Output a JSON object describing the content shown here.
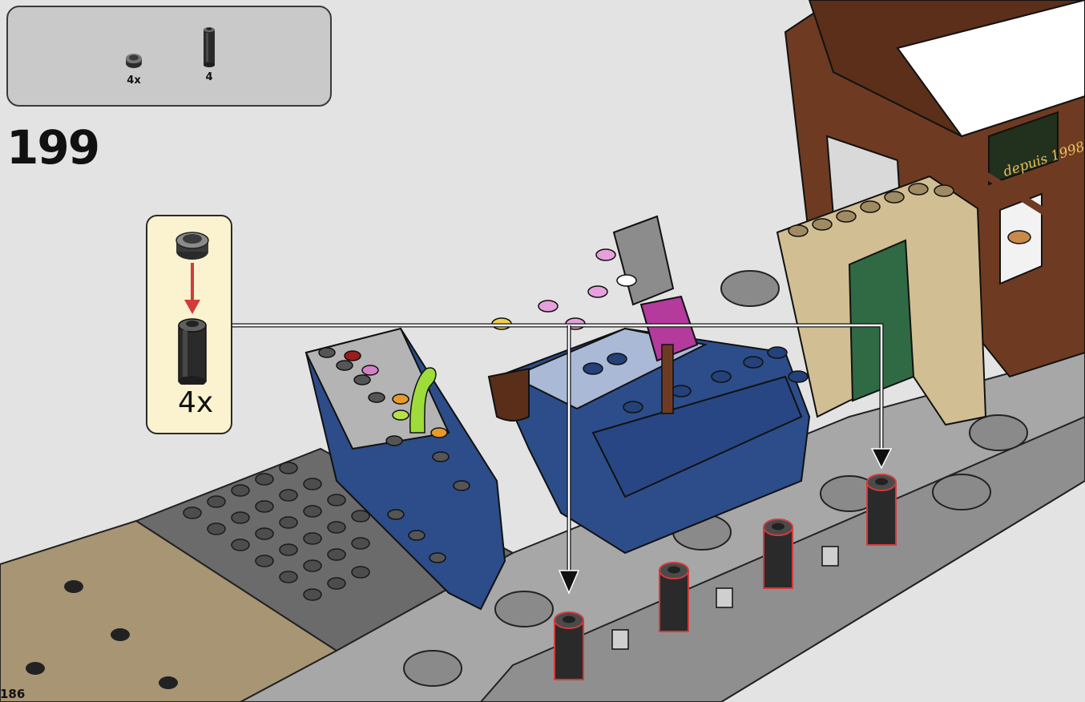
{
  "parts_list": {
    "items": [
      {
        "icon": "round-plate-icon",
        "qty": "4x"
      },
      {
        "icon": "round-brick-icon",
        "qty": "4"
      }
    ]
  },
  "step": {
    "number": "199"
  },
  "subassembly": {
    "multiplier": "4x"
  },
  "sign": {
    "text": "depuis 1998"
  },
  "page": {
    "number": "186"
  },
  "colors": {
    "background": "#e3e3e3",
    "parts_box": "#c9c9c9",
    "callout": "#fbf3cf",
    "arrow_red": "#d33b3b",
    "plate_dark_gray": "#6b6b6b",
    "plate_light_gray": "#a7a7a7",
    "tan": "#a89574",
    "brick_blue": "#2c4d8a",
    "brick_reddish_brown": "#6e3b22",
    "door_green": "#2f6a44",
    "sign_dark_green": "#22301e"
  }
}
